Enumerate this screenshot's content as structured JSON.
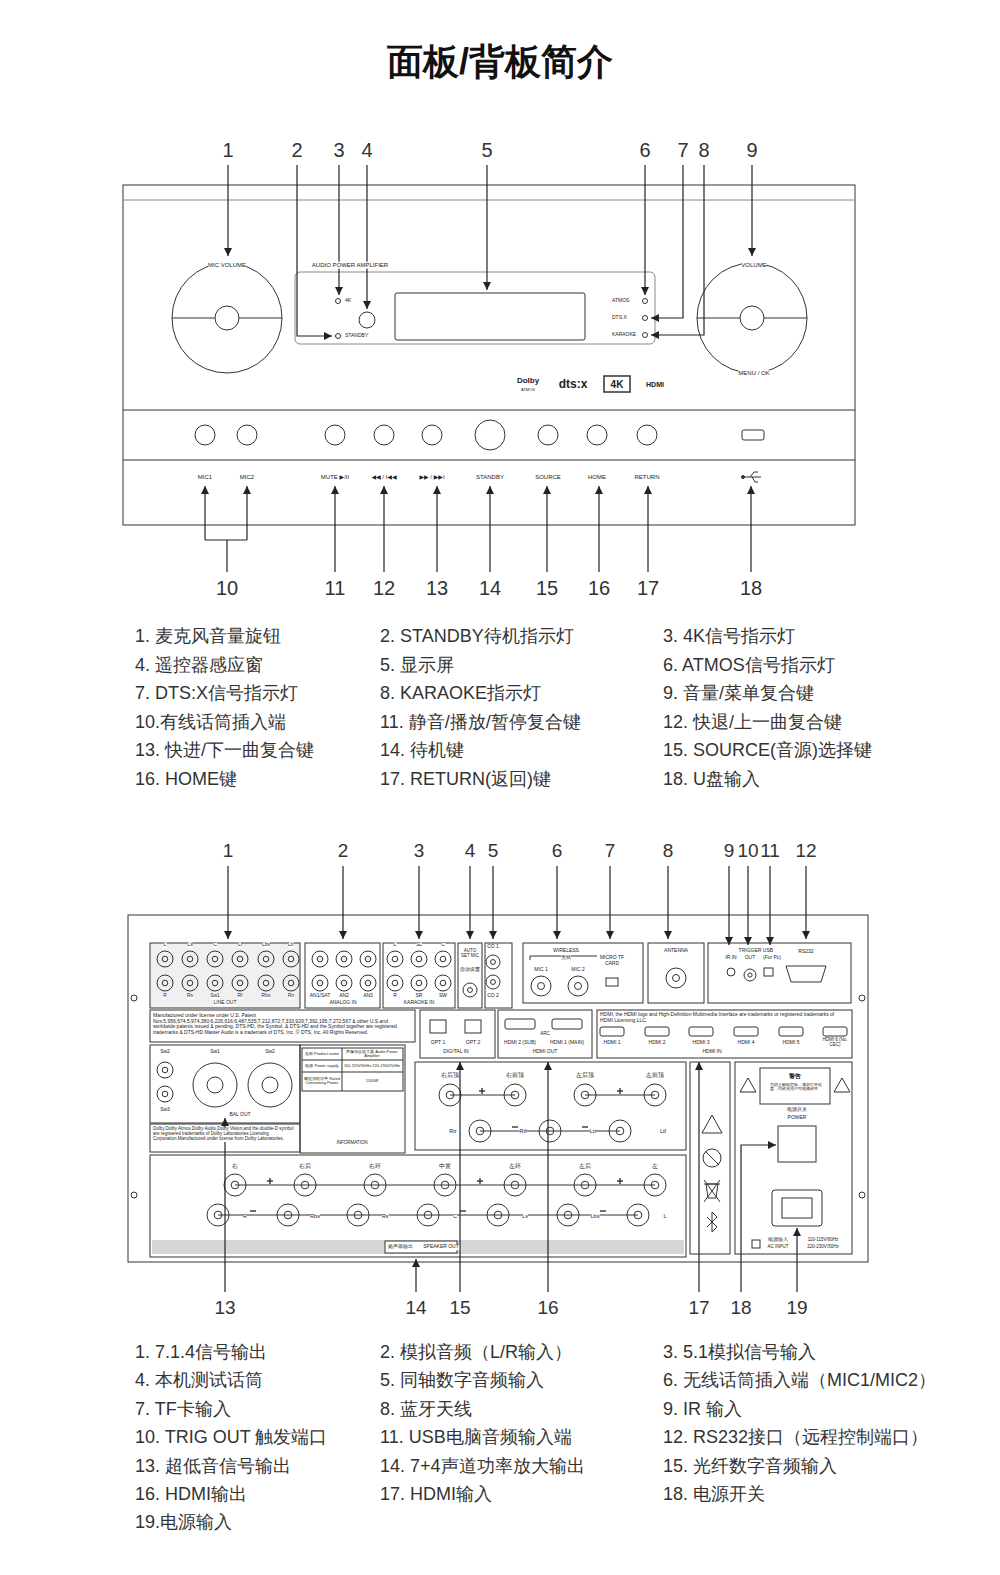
{
  "diagram": {
    "title": "面板/背板简介",
    "labels": [
      "MIC VOLUME",
      "AUDIO POWER AMPLIFIER",
      "4K",
      "STANDBY",
      "ATMOS",
      "DTS:X",
      "KARAOKE",
      "VOLUME",
      "MENU / OK",
      "Dolby",
      "ATMOS",
      "dts:x",
      "4K",
      "HDMI",
      "MIC1",
      "MIC2",
      "MUTE ▶/II",
      "◀◀ / I◀◀",
      "▶▶ / ▶▶I",
      "STANDBY",
      "SOURCE",
      "HOME",
      "RETURN",
      "1",
      "2",
      "3",
      "4",
      "5",
      "6",
      "7",
      "8",
      "9",
      "10",
      "11",
      "12",
      "13",
      "14",
      "15",
      "16",
      "17",
      "18",
      "1. 麦克风音量旋钮",
      "2. STANDBY待机指示灯",
      "3. 4K信号指示灯",
      "4. 遥控器感应窗",
      "5. 显示屏",
      "6. ATMOS信号指示灯",
      "7. DTS:X信号指示灯",
      "8. KARAOKE指示灯",
      "9. 音量/菜单复合键",
      "10.有线话筒插入端",
      "11. 静音/播放/暂停复合键",
      "12. 快退/上一曲复合键",
      "13. 快进/下一曲复合键",
      "14. 待机键",
      "15. SOURCE(音源)选择键",
      "16. HOME键",
      "17. RETURN(返回)键",
      "18. U盘输入",
      "1",
      "2",
      "3",
      "4",
      "5",
      "6",
      "7",
      "8",
      "9",
      "10",
      "11",
      "12",
      "13",
      "14",
      "15",
      "16",
      "17",
      "18",
      "19",
      "1. 7.1.4信号输出",
      "2. 模拟音频（L/R输入）",
      "3. 5.1模拟信号输入",
      "4. 本机测试话筒",
      "5. 同轴数字音频输入",
      "6. 无线话筒插入端（MIC1/MIC2）",
      "7. TF卡输入",
      "8. 蓝牙天线",
      "9. IR 输入",
      "10. TRIG OUT 触发端口",
      "11. USB电脑音频输入端",
      "12. RS232接口（远程控制端口）",
      "13. 超低音信号输出",
      "14. 7+4声道功率放大输出",
      "15. 光纤数字音频输入",
      "16. HDMI输出",
      "17. HDMI输入",
      "18. 电源开关",
      "19.电源输入",
      "L",
      "Ls",
      "C",
      "Lf",
      "Lbs",
      "Ltr",
      "R",
      "Rs",
      "Sw1",
      "Rf",
      "Rbs",
      "Rtr",
      "LINE OUT",
      "AN1/SAT",
      "AN2",
      "AN3",
      "ANALOG IN",
      "L",
      "SL",
      "C",
      "R",
      "SR",
      "SW",
      "KARAOKE IN",
      "AUTO SET MIC",
      "自动设置",
      "CO 1",
      "CO 2",
      "WIRELESS",
      "无线",
      "MIC 1",
      "MIC 2",
      "MICRO TF CARD",
      "ANTENNA",
      "TRIGGER",
      "IR IN",
      "OUT",
      "USB",
      "(For Pc)",
      "RS232",
      "Manufactured under license under U.S. Patent Nos:5,956,674;5,974,380;6,226,616;6,487,535;7,212,872;7,333,929;7,392,195;7,272,567 & other U.S and worldwide patents issued & pending. DTS-HD, the Symbol, & DTS-HD and the Symbol together are registered trademarks & DTS-HD Master Audio is a trademark of DTS, Inc. © DTS, Inc. All Rights Reserved.",
      "OPT 1",
      "OPT 2",
      "DIGITAL IN",
      "HDMI 2 (SUB)",
      "HDMI 1 (MAIN)",
      "ARC",
      "HDMI OUT",
      "HDMI, the HDMI logo and High-Definition Multimedia Interface are trademarks or registered trademarks of HDMI Licensing LLC.",
      "HDMI 1",
      "HDMI 2",
      "HDMI 3",
      "HDMI 4",
      "HDMI 5",
      "HDMI 6 (No. CEC)",
      "HDMI IN",
      "Sw2",
      "Sw1",
      "Sw2",
      "Sw3",
      "BAL OUT",
      "名称 Product name",
      "声像综合放大器 Audio Power Amplifier",
      "电源 Power supply",
      "110-115V/60Hz 220-230V/50Hz",
      "额定消耗功率 Rated Consuming Power",
      "1100W",
      "INFORMATION",
      "Dolby,Dolby Atmos,Dolby Audio,Dolby Vision,and the double-D symbol are registered trademarks of Dolby Laboratories Licensing Corporation.Manufactured under license from Dolby Laboratories.",
      "右后顶",
      "右前顶",
      "左后顶",
      "左前顶",
      "Rtr",
      "Rtf",
      "Ltr",
      "Ltf",
      "右",
      "右后",
      "右环",
      "中置",
      "左环",
      "左后",
      "左",
      "R",
      "Rbs",
      "Rs",
      "C",
      "Ls",
      "Lbs",
      "L",
      "扬声器输出",
      "SPEAKER OUT",
      "警告",
      "为防止触电危险，请勿打开机盖，内部无用户可维修部件",
      "电源开关",
      "POWER",
      "电源输入",
      "AC INPUT",
      "110-115V/60Hz",
      "220-230V/50Hz"
    ]
  }
}
